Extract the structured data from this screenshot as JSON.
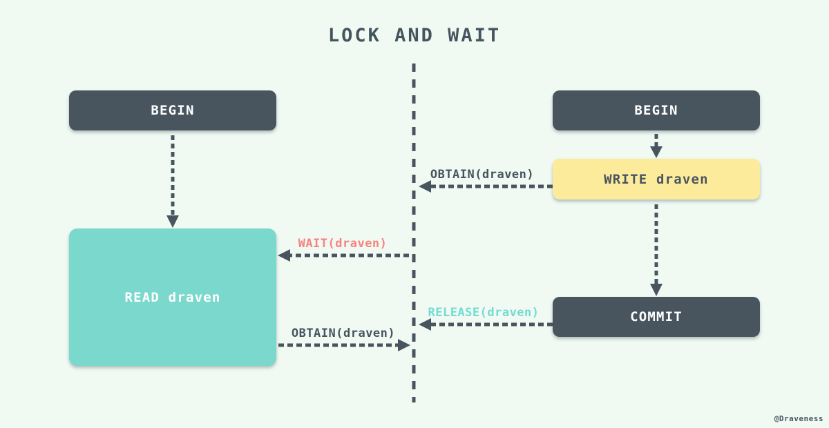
{
  "title": "LOCK AND WAIT",
  "watermark": "@Draveness",
  "colors": {
    "background": "#f0faf3",
    "slate": "#48555f",
    "teal_box": "#7bd8cd",
    "yellow_box": "#fdeb9c",
    "label_default": "#46545e",
    "label_wait": "#f8827e",
    "label_release": "#72dcd2",
    "box_text_light": "#ffffff"
  },
  "left_transaction": {
    "begin_label": "BEGIN",
    "read_label": "READ draven"
  },
  "right_transaction": {
    "begin_label": "BEGIN",
    "write_label": "WRITE draven",
    "commit_label": "COMMIT"
  },
  "messages": {
    "obtain_write_label": "OBTAIN(draven)",
    "wait_label": "WAIT(draven)",
    "release_label": "RELEASE(draven)",
    "obtain_read_label": "OBTAIN(draven)"
  }
}
